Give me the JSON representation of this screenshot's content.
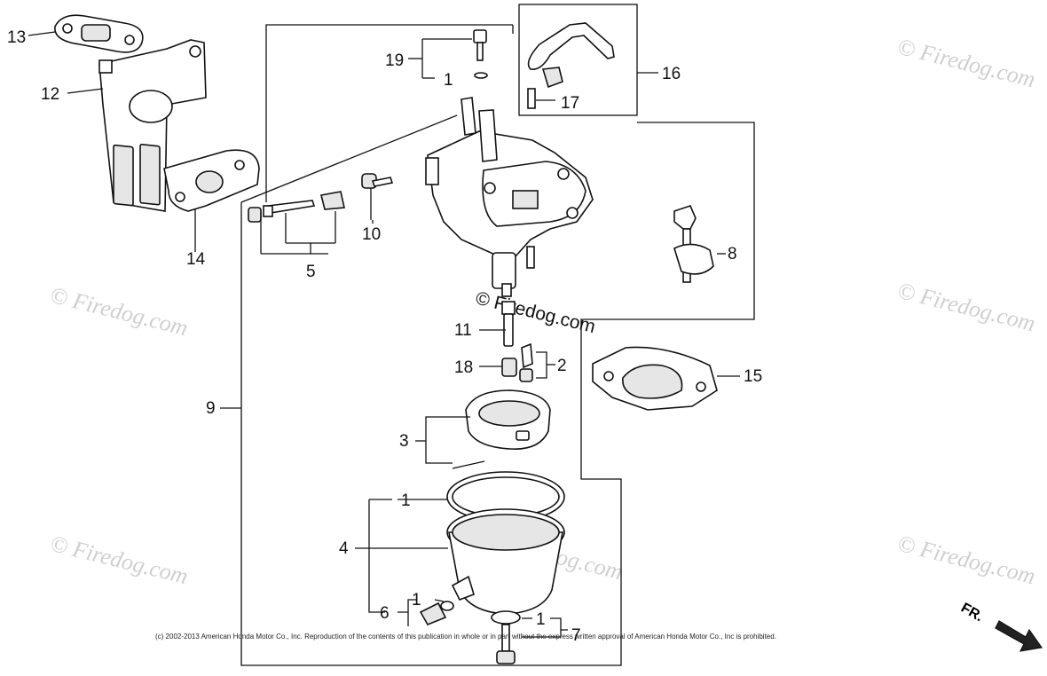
{
  "callouts": {
    "n1": "1",
    "n2": "2",
    "n3": "3",
    "n4": "4",
    "n5": "5",
    "n6": "6",
    "n7": "7",
    "n8": "8",
    "n9": "9",
    "n10": "10",
    "n11": "11",
    "n12": "12",
    "n13": "13",
    "n14": "14",
    "n15": "15",
    "n16": "16",
    "n17": "17",
    "n18": "18",
    "n19": "19"
  },
  "watermarks": [
    "© Firedog.com",
    "© Firedog.com",
    "© Firedog.com",
    "© Firedog.com",
    "© Firedog.com",
    "© Firedog.com"
  ],
  "center_watermark": "© Firedog.com",
  "front_indicator": "FR.",
  "copyright": "(c) 2002-2013 American Honda Motor Co., Inc. Reproduction of the contents of this publication in whole or in part without the express written approval of American Honda Motor Co., Inc is prohibited."
}
